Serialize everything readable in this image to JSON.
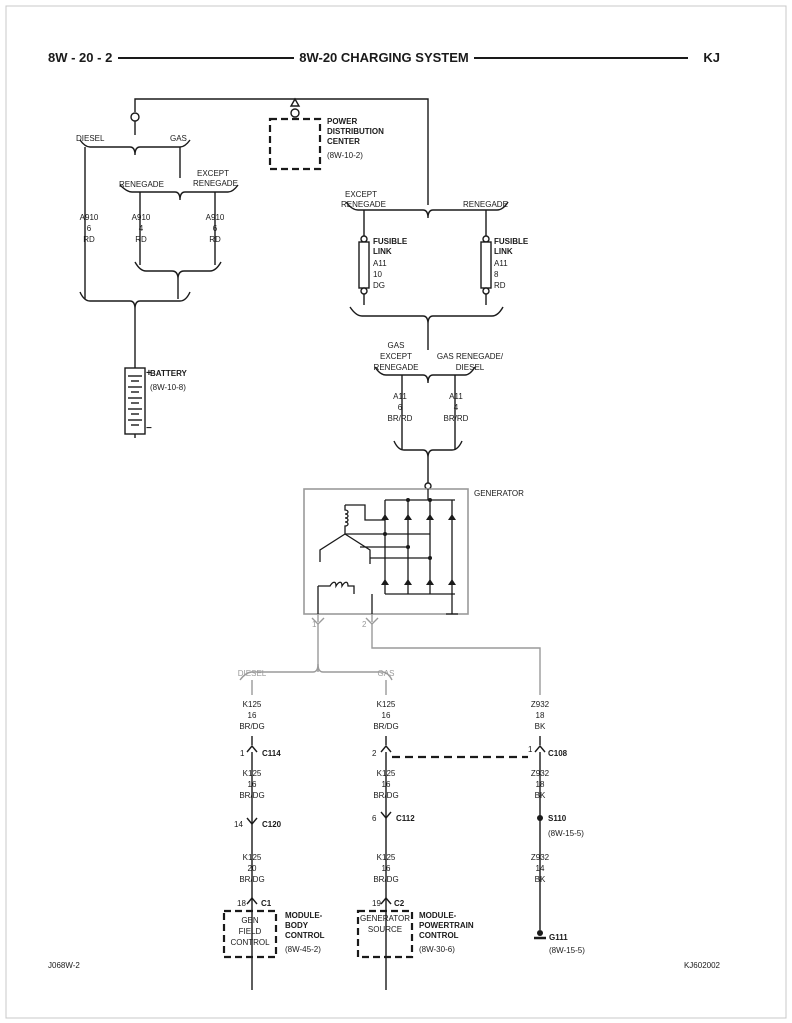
{
  "header": {
    "page_left": "8W - 20 - 2",
    "title": "8W-20 CHARGING SYSTEM",
    "page_right": "KJ"
  },
  "top": {
    "pdc_name": [
      "POWER",
      "DISTRIBUTION",
      "CENTER"
    ],
    "pdc_ref": "(8W-10-2)",
    "diesel": "DIESEL",
    "gas": "GAS",
    "renegade": "RENEGADE",
    "except_renegade": [
      "EXCEPT",
      "RENEGADE"
    ],
    "wire_diesel": [
      "A910",
      "6",
      "RD"
    ],
    "wire_renegade": [
      "A910",
      "4",
      "RD"
    ],
    "wire_except": [
      "A910",
      "6",
      "RD"
    ],
    "battery_name": "BATTERY",
    "battery_ref": "(8W-10-8)"
  },
  "fusible": {
    "except_label": [
      "EXCEPT",
      "RENEGADE"
    ],
    "renegade_label": "RENEGADE",
    "left": [
      "FUSIBLE",
      "LINK",
      "A11",
      "10",
      "DG"
    ],
    "right": [
      "FUSIBLE",
      "LINK",
      "A11",
      "8",
      "RD"
    ]
  },
  "mid": {
    "gas_except": [
      "GAS",
      "EXCEPT",
      "RENEGADE"
    ],
    "gas_ren_diesel": [
      "GAS RENEGADE/",
      "DIESEL"
    ],
    "wire_left": [
      "A11",
      "6",
      "BR/RD"
    ],
    "wire_right": [
      "A11",
      "4",
      "BR/RD"
    ]
  },
  "generator": {
    "name": "GENERATOR",
    "pin1": "1",
    "pin2": "2"
  },
  "lower": {
    "diesel": "DIESEL",
    "gas": "GAS",
    "k125_a": [
      "K125",
      "16",
      "BR/DG"
    ],
    "k125_b": [
      "K125",
      "16",
      "BR/DG"
    ],
    "z932_a": [
      "Z932",
      "18",
      "BK"
    ],
    "c114_pin": "1",
    "c114": "C114",
    "c108_pin_left": "2",
    "c108_pin_right": "1",
    "c108": "C108",
    "k125_c": [
      "K125",
      "16",
      "BR/DG"
    ],
    "k125_d": [
      "K125",
      "16",
      "BR/DG"
    ],
    "z932_b": [
      "Z932",
      "18",
      "BK"
    ],
    "c120_pin": "14",
    "c120": "C120",
    "c112_pin": "6",
    "c112": "C112",
    "s110": "S110",
    "s110_ref": "(8W-15-5)",
    "k125_e": [
      "K125",
      "20",
      "BR/DG"
    ],
    "k125_f": [
      "K125",
      "16",
      "BR/DG"
    ],
    "z932_c": [
      "Z932",
      "14",
      "BK"
    ],
    "c1_pin": "18",
    "c1": "C1",
    "c2_pin": "19",
    "c2": "C2",
    "bcm_inner": [
      "GEN",
      "FIELD",
      "CONTROL"
    ],
    "bcm_name": [
      "MODULE-",
      "BODY",
      "CONTROL"
    ],
    "bcm_ref": "(8W-45-2)",
    "pcm_inner": [
      "GENERATOR",
      "SOURCE"
    ],
    "pcm_name": [
      "MODULE-",
      "POWERTRAIN",
      "CONTROL"
    ],
    "pcm_ref": "(8W-30-6)",
    "g111": "G111",
    "g111_ref": "(8W-15-5)"
  },
  "footer": {
    "left": "J068W-2",
    "right": "KJ602002"
  }
}
